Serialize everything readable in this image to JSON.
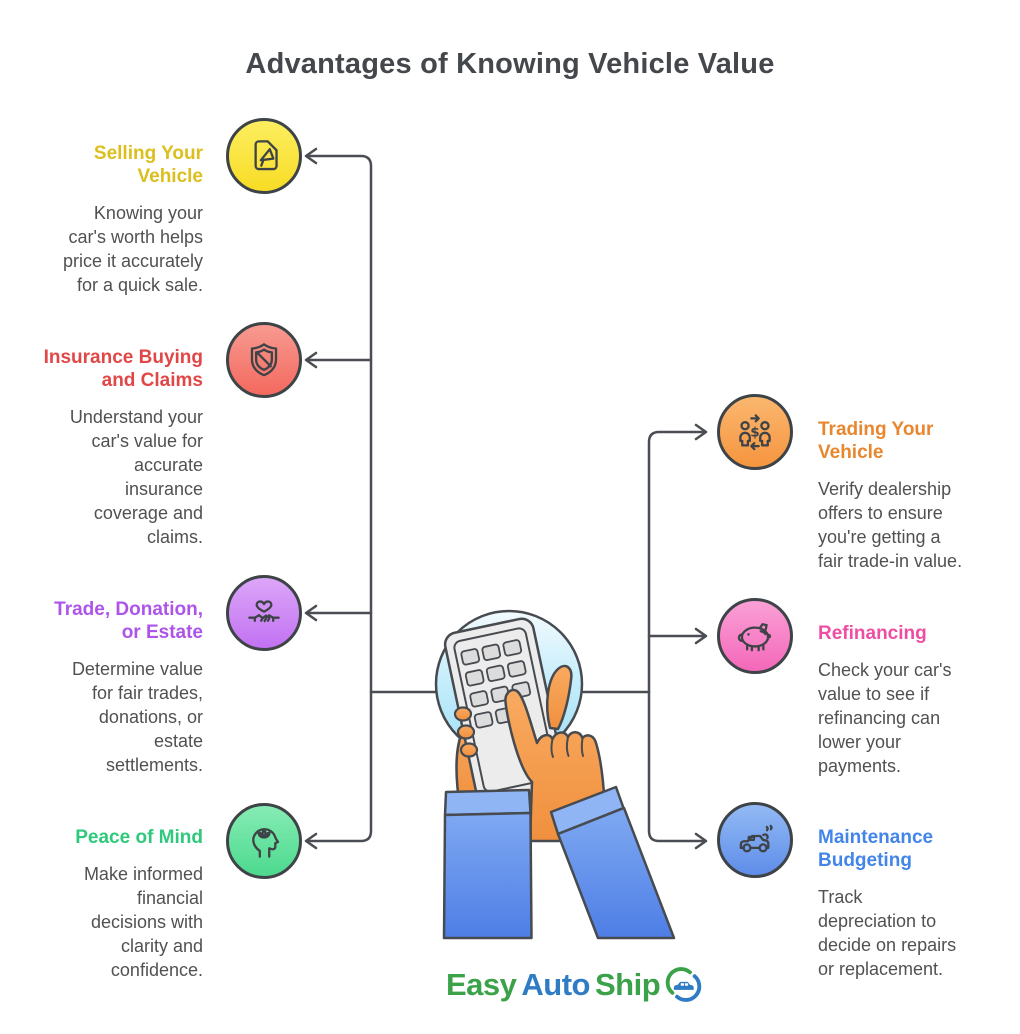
{
  "title": "Advantages of Knowing Vehicle Value",
  "connector_color": "#4A4E54",
  "body_text_color": "#515151",
  "left_items": [
    {
      "heading": "Selling Your\nVehicle",
      "heading_color": "#DCBF1D",
      "body": "Knowing your\ncar's worth helps\nprice it accurately\nfor a quick sale.",
      "icon": "document-megaphone-icon",
      "icon_colors": [
        "#FCEE60",
        "#F8DC25"
      ]
    },
    {
      "heading": "Insurance Buying\nand Claims",
      "heading_color": "#E14747",
      "body": "Understand your\ncar's value for\naccurate\ninsurance\ncoverage and\nclaims.",
      "icon": "shield-slash-icon",
      "icon_colors": [
        "#F79A90",
        "#F4695F"
      ]
    },
    {
      "heading": "Trade, Donation,\nor Estate",
      "heading_color": "#AE54E8",
      "body": "Determine value\nfor fair trades,\ndonations, or\nestate\nsettlements.",
      "icon": "heart-handshake-icon",
      "icon_colors": [
        "#DCA6F8",
        "#C272F2"
      ]
    },
    {
      "heading": "Peace of Mind",
      "heading_color": "#2FC97C",
      "body": "Make informed\nfinancial\ndecisions with\nclarity and\nconfidence.",
      "icon": "head-lotus-icon",
      "icon_colors": [
        "#86ECB4",
        "#4CD98E"
      ]
    }
  ],
  "right_items": [
    {
      "heading": "Trading Your\nVehicle",
      "heading_color": "#E8872F",
      "body": "Verify dealership\noffers to ensure\nyou're getting a\nfair trade-in value.",
      "icon": "people-exchange-icon",
      "icon_colors": [
        "#FBB76F",
        "#F5953F"
      ]
    },
    {
      "heading": "Refinancing",
      "heading_color": "#EE4DA1",
      "body": "Check your car's\nvalue to see if\nrefinancing can\nlower your\npayments.",
      "icon": "piggy-bank-icon",
      "icon_colors": [
        "#FAA0D6",
        "#F468BA"
      ]
    },
    {
      "heading": "Maintenance\nBudgeting",
      "heading_color": "#4385E8",
      "body": "Track\ndepreciation to\ndecide on repairs\nor replacement.",
      "icon": "car-maintenance-icon",
      "icon_colors": [
        "#93BAF4",
        "#5E8DE9"
      ]
    }
  ],
  "center": {
    "illustration": "hands-using-calculator"
  },
  "logo": {
    "part1": "Easy",
    "part2": "Auto",
    "part3": "Ship",
    "green": "#3CA24A",
    "blue": "#2F7CC5"
  }
}
